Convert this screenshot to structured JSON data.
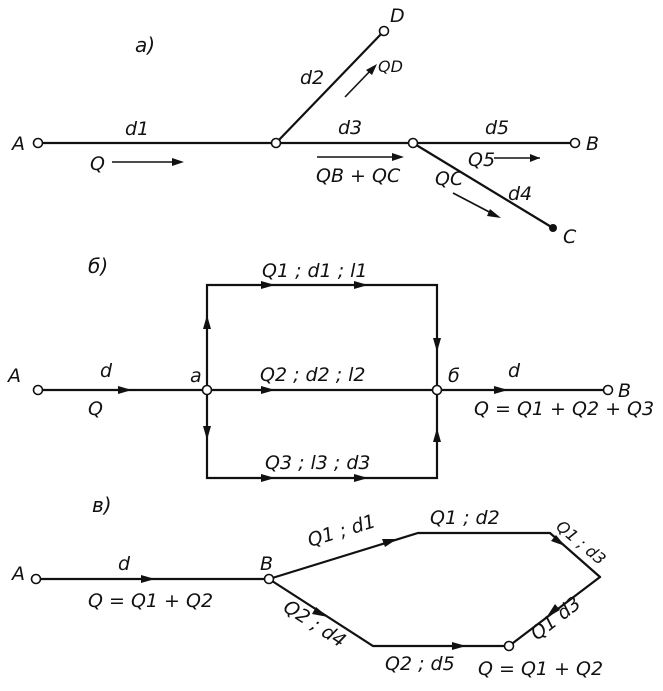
{
  "panel_a": {
    "label": "а)",
    "A": "A",
    "B": "B",
    "C": "C",
    "D": "D",
    "d1": "d1",
    "d2": "d2",
    "d3": "d3",
    "d4": "d4",
    "d5": "d5",
    "Q": "Q",
    "QD": "QD",
    "QB_QC": "QB + QC",
    "Q5": "Q5",
    "QC": "QC"
  },
  "panel_b": {
    "label": "б)",
    "A": "A",
    "B": "B",
    "a": "a",
    "b": "б",
    "d_left": "d",
    "d_right": "d",
    "Q": "Q",
    "branch1": "Q1 ; d1 ; l1",
    "branch2": "Q2 ; d2 ; l2",
    "branch3": "Q3 ; l3 ; d3",
    "sum": "Q = Q1 + Q2 + Q3"
  },
  "panel_c": {
    "label": "в)",
    "A": "A",
    "B": "B",
    "d": "d",
    "sum_left": "Q = Q1 + Q2",
    "Q1d1": "Q1 ; d1",
    "Q1d2": "Q1 ; d2",
    "Q1d3": "Q1 ; d3",
    "Q2d4": "Q2 ; d4",
    "Q2d5": "Q2 ; d5",
    "Q1d3_lower": "Q1 d3",
    "sum_right": "Q = Q1 + Q2"
  }
}
